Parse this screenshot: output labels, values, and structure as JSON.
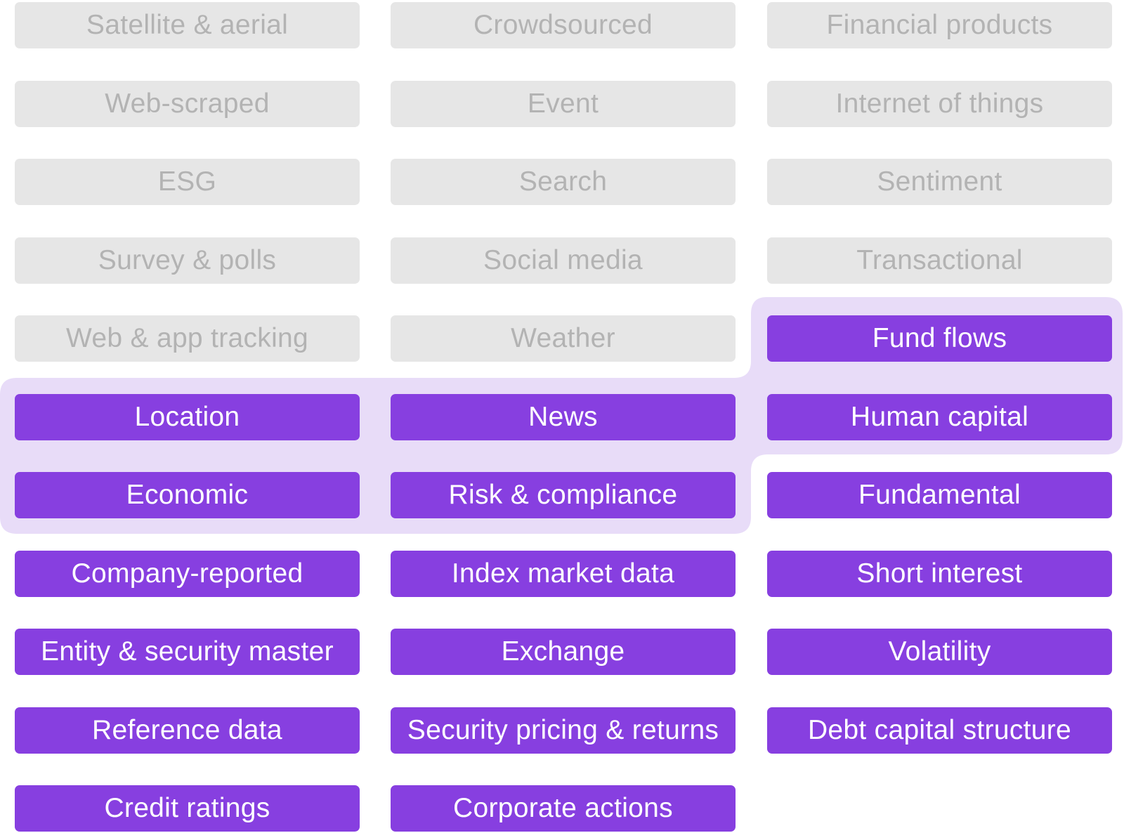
{
  "colors": {
    "active_fill": "#873fe0",
    "active_text": "#ffffff",
    "inactive_fill": "#e6e6e6",
    "inactive_text": "#b3b3b3",
    "highlight_region": "#e8dcf8"
  },
  "columns": [
    {
      "items": [
        {
          "label": "Satellite & aerial",
          "state": "inactive"
        },
        {
          "label": "Web-scraped",
          "state": "inactive"
        },
        {
          "label": "ESG",
          "state": "inactive"
        },
        {
          "label": "Survey & polls",
          "state": "inactive"
        },
        {
          "label": "Web & app tracking",
          "state": "inactive"
        },
        {
          "label": "Location",
          "state": "active",
          "highlighted": true
        },
        {
          "label": "Economic",
          "state": "active",
          "highlighted": true
        },
        {
          "label": "Company-reported",
          "state": "active"
        },
        {
          "label": "Entity & security master",
          "state": "active"
        },
        {
          "label": "Reference data",
          "state": "active"
        },
        {
          "label": "Credit ratings",
          "state": "active"
        }
      ]
    },
    {
      "items": [
        {
          "label": "Crowdsourced",
          "state": "inactive"
        },
        {
          "label": "Event",
          "state": "inactive"
        },
        {
          "label": "Search",
          "state": "inactive"
        },
        {
          "label": "Social media",
          "state": "inactive"
        },
        {
          "label": "Weather",
          "state": "inactive"
        },
        {
          "label": "News",
          "state": "active",
          "highlighted": true
        },
        {
          "label": "Risk & compliance",
          "state": "active",
          "highlighted": true
        },
        {
          "label": "Index market data",
          "state": "active"
        },
        {
          "label": "Exchange",
          "state": "active"
        },
        {
          "label": "Security pricing & returns",
          "state": "active"
        },
        {
          "label": "Corporate actions",
          "state": "active"
        }
      ]
    },
    {
      "items": [
        {
          "label": "Financial products",
          "state": "inactive"
        },
        {
          "label": "Internet of things",
          "state": "inactive"
        },
        {
          "label": "Sentiment",
          "state": "inactive"
        },
        {
          "label": "Transactional",
          "state": "inactive"
        },
        {
          "label": "Fund flows",
          "state": "active",
          "highlighted": true
        },
        {
          "label": "Human capital",
          "state": "active",
          "highlighted": true
        },
        {
          "label": "Fundamental",
          "state": "active"
        },
        {
          "label": "Short interest",
          "state": "active"
        },
        {
          "label": "Volatility",
          "state": "active"
        },
        {
          "label": "Debt capital structure",
          "state": "active"
        }
      ]
    }
  ]
}
